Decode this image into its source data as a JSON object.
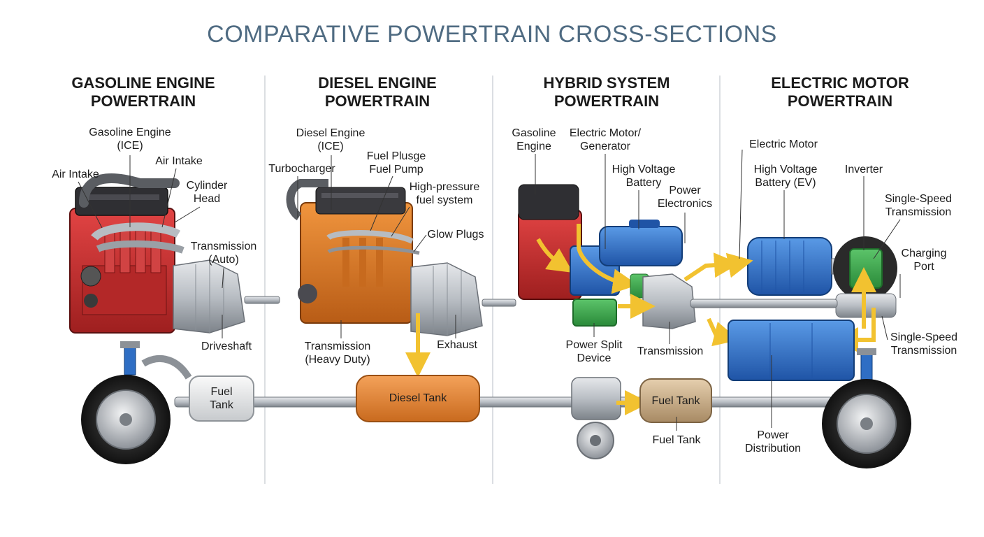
{
  "title": "COMPARATIVE POWERTRAIN CROSS-SECTIONS",
  "colors": {
    "title": "#4f6b82",
    "gasoline_engine": "#c92d2d",
    "diesel_engine": "#d9782a",
    "electric_motor": "#2f72c9",
    "generator": "#3aa14a",
    "flow_arrow": "#f2c230",
    "transmission": "#a8adb3"
  },
  "columns": [
    {
      "title_lines": [
        "GASOLINE ENGINE",
        "POWERTRAIN"
      ],
      "labels": {
        "gasoline_engine": [
          "Gasoline Engine",
          "(ICE)"
        ],
        "air_intake_1": "Air Intake",
        "air_intake_2": "Air Intake",
        "cylinder_head": [
          "Cylinder",
          "Head"
        ],
        "transmission": [
          "Transmission",
          "(Auto)"
        ],
        "driveshaft": "Driveshaft",
        "fuel_tank": [
          "Fuel",
          "Tank"
        ]
      }
    },
    {
      "title_lines": [
        "DIESEL ENGINE",
        "POWERTRAIN"
      ],
      "labels": {
        "diesel_engine": [
          "Diesel Engine",
          "(ICE)"
        ],
        "turbocharger": "Turbocharger",
        "fuel_pump": [
          "Fuel Plusge",
          "Fuel Pump"
        ],
        "high_pressure": [
          "High-pressure",
          "fuel system"
        ],
        "glow_plugs": "Glow Plugs",
        "transmission": [
          "Transmission",
          "(Heavy Duty)"
        ],
        "exhaust": "Exhaust",
        "diesel_tank": "Diesel Tank"
      }
    },
    {
      "title_lines": [
        "HYBRID SYSTEM",
        "POWERTRAIN"
      ],
      "labels": {
        "gasoline_engine": [
          "Gasoline",
          "Engine"
        ],
        "motor_generator": [
          "Electric Motor/",
          "Generator"
        ],
        "hv_battery": [
          "High Voltage",
          "Battery"
        ],
        "power_electronics": [
          "Power",
          "Electronics"
        ],
        "power_split": [
          "Power Split",
          "Device"
        ],
        "transmission": "Transmission",
        "fuel_tank_box": "Fuel Tank",
        "fuel_tank": "Fuel Tank"
      }
    },
    {
      "title_lines": [
        "ELECTRIC MOTOR",
        "POWERTRAIN"
      ],
      "labels": {
        "electric_motor": "Electric Motor",
        "hv_battery_ev": [
          "High Voltage",
          "Battery (EV)"
        ],
        "inverter": "Inverter",
        "single_speed_1": [
          "Single-Speed",
          "Transmission"
        ],
        "charging_port": [
          "Charging",
          "Port"
        ],
        "single_speed_2": [
          "Single-Speed",
          "Transmission"
        ],
        "power_distribution": [
          "Power",
          "Distribution"
        ]
      }
    }
  ]
}
